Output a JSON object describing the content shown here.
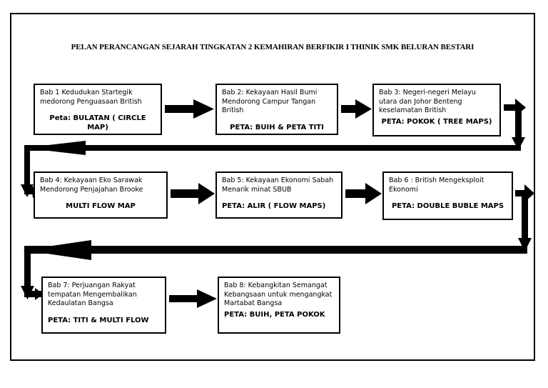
{
  "document": {
    "title": "PELAN PERANCANGAN SEJARAH TINGKATAN 2 KEMAHIRAN BERFIKIR I THINIK  SMK BELURAN BESTARI"
  },
  "colors": {
    "ink": "#000000",
    "background": "#ffffff",
    "border": "#000000"
  },
  "nodes": [
    {
      "id": "node1",
      "chapter": "Bab 1",
      "desc": "Bab 1 Kedudukan Startegik medorong Penguasaan British",
      "peta": "Peta: BULATAN ( CIRCLE MAP)"
    },
    {
      "id": "node2",
      "chapter": "Bab 2",
      "desc": "Bab 2:  Kekayaan Hasil Bumi Mendorong Campur Tangan British",
      "peta": "PETA: BUIH & PETA TITI"
    },
    {
      "id": "node3",
      "chapter": "Bab 3",
      "desc": "Bab 3: Negeri-negeri Melayu utara dan Johor Benteng keselamatan British",
      "peta": "PETA:  POKOK ( TREE MAPS)"
    },
    {
      "id": "node4",
      "chapter": "Bab 4",
      "desc": "Bab 4: Kekayaan Eko Sarawak Mendorong Penjajahan Brooke",
      "peta": "MULTI  FLOW MAP"
    },
    {
      "id": "node5",
      "chapter": "Bab 5",
      "desc": "Bab 5: Kekayaan Ekonomi Sabah Menarik minat SBUB",
      "peta": "PETA:  ALIR ( FLOW MAPS)"
    },
    {
      "id": "node6",
      "chapter": "Bab 6",
      "desc": "Bab 6 : British Mengeksploit Ekonomi",
      "peta": "PETA: DOUBLE BUBLE MAPS"
    },
    {
      "id": "node7",
      "chapter": "Bab 7",
      "desc": "Bab 7: Perjuangan Rakyat tempatan Mengembalikan Kedaulatan Bangsa",
      "peta": "PETA: TITI & MULTI FLOW"
    },
    {
      "id": "node8",
      "chapter": "Bab 8",
      "desc": "Bab 8: Kebangkitan Semangat Kebangsaan untuk mengangkat Martabat Bangsa",
      "peta": "PETA: BUIH, PETA POKOK"
    }
  ],
  "connectors": [
    {
      "name": "arrow-node1-to-node2",
      "from": "node1",
      "to": "node2",
      "direction": "right"
    },
    {
      "name": "arrow-node2-to-node3",
      "from": "node2",
      "to": "node3",
      "direction": "right"
    },
    {
      "name": "arrow-node3-to-node4",
      "from": "node3",
      "to": "node4",
      "direction": "wrap-down-left"
    },
    {
      "name": "arrow-node4-to-node5",
      "from": "node4",
      "to": "node5",
      "direction": "right"
    },
    {
      "name": "arrow-node5-to-node6",
      "from": "node5",
      "to": "node6",
      "direction": "right"
    },
    {
      "name": "arrow-node6-to-node7",
      "from": "node6",
      "to": "node7",
      "direction": "wrap-down-left"
    },
    {
      "name": "arrow-node7-to-node8",
      "from": "node7",
      "to": "node8",
      "direction": "right"
    }
  ]
}
